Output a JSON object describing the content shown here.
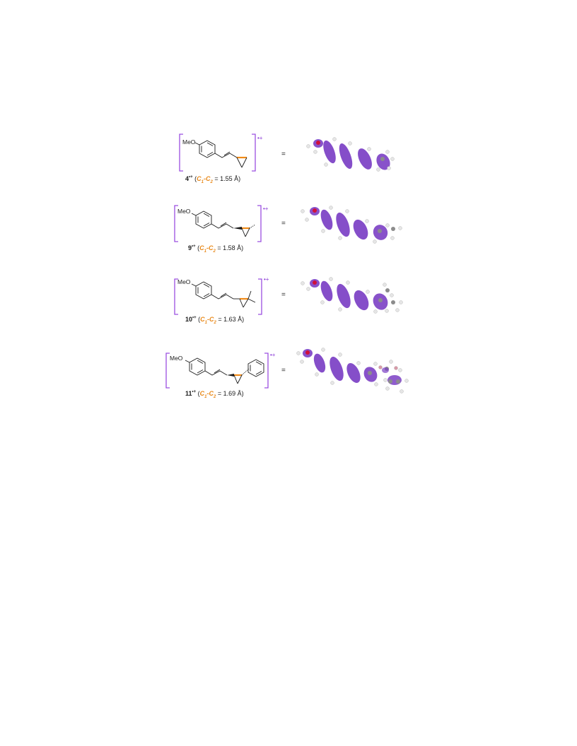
{
  "entries": [
    {
      "compound": "4",
      "charge": "•+",
      "bond_label": "C",
      "sub1": "1",
      "dash": "-",
      "sub2": "2",
      "value_text": " = 1.55 Å)",
      "equals": "=",
      "substituent_label": "MeO",
      "substituent": "none"
    },
    {
      "compound": "9",
      "charge": "•+",
      "bond_label": "C",
      "sub1": "1",
      "dash": "-",
      "sub2": "2",
      "value_text": " = 1.58 Å)",
      "equals": "=",
      "substituent_label": "MeO",
      "substituent": "methyl"
    },
    {
      "compound": "10",
      "charge": "•+",
      "bond_label": "C",
      "sub1": "1",
      "dash": "-",
      "sub2": "2",
      "value_text": " = 1.63 Å)",
      "equals": "=",
      "substituent_label": "MeO",
      "substituent": "gem-dimethyl"
    },
    {
      "compound": "11",
      "charge": "•+",
      "bond_label": "C",
      "sub1": "1",
      "dash": "-",
      "sub2": "2",
      "value_text": " = 1.69 Å)",
      "equals": "=",
      "substituent_label": "MeO",
      "substituent": "phenyl"
    }
  ],
  "colors": {
    "bracket": "#9b4fe0",
    "highlight_bond": "#f08a17",
    "spin_density": "#7b3fc4",
    "oxygen": "#d0103a",
    "carbon": "#8c8c8c",
    "hydrogen": "#e6e6e6"
  },
  "superscript": "•+",
  "open_paren": " ("
}
